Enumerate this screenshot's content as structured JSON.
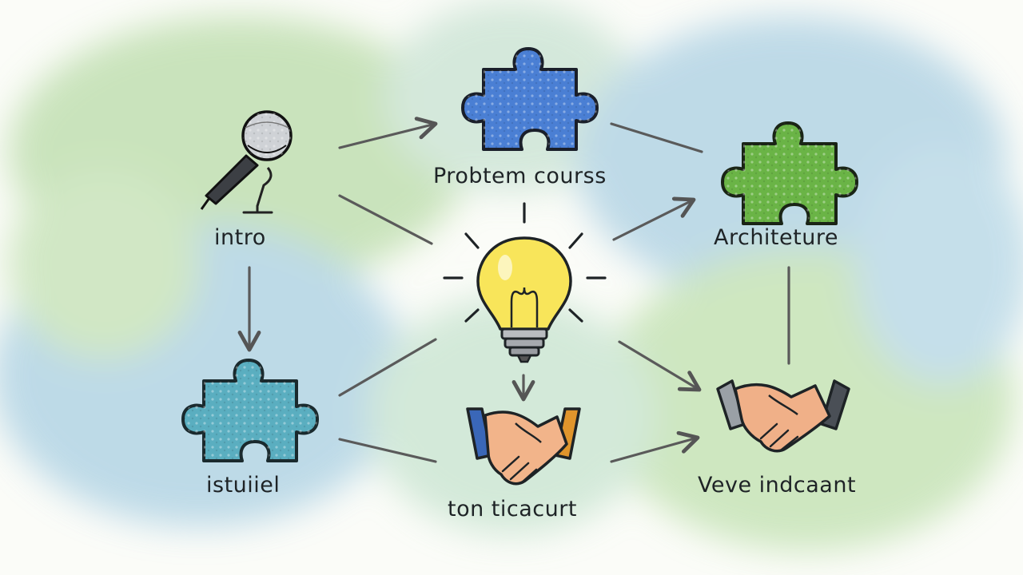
{
  "labels": {
    "intro": "intro",
    "problem": "Probtem courss",
    "architecture": "Architeture",
    "istuiiel": "istuiiel",
    "ton": "ton ticacurt",
    "veve": "Veve indcaant"
  },
  "icons": {
    "intro": "microphone-icon",
    "problem": "puzzle-piece-icon",
    "architecture": "puzzle-piece-icon",
    "center": "lightbulb-icon",
    "istuiiel": "puzzle-piece-icon",
    "ton": "handshake-icon",
    "veve": "handshake-icon"
  },
  "colors": {
    "wash_green": "#b5d9a6",
    "wash_blue": "#a9cde3",
    "problem_puzzle": "#4a7fd4",
    "architecture_puzzle": "#6ab446",
    "istuiiel_puzzle": "#5aaec0",
    "bulb": "#f8e55a",
    "ink": "#1e2326",
    "arrow": "#5a5a5a"
  }
}
